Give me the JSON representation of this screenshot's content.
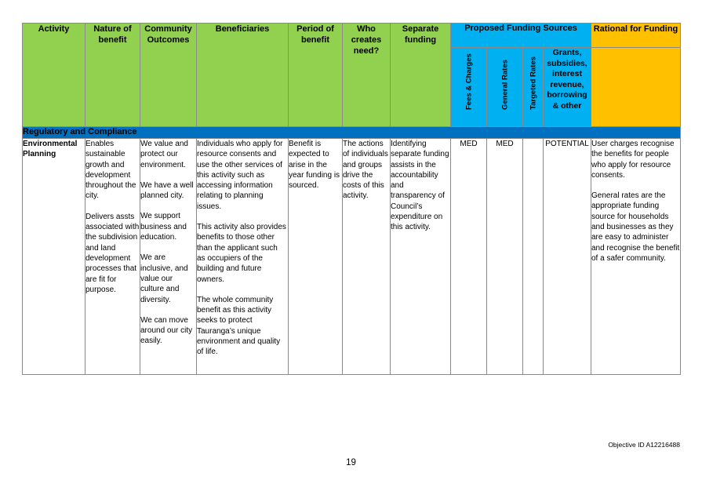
{
  "headers": {
    "activity": "Activity",
    "nature": "Nature of benefit",
    "outcomes": "Community Outcomes",
    "beneficiaries": "Beneficiaries",
    "period": "Period of benefit",
    "who": "Who creates need?",
    "separate": "Separate funding",
    "proposed": "Proposed Funding Sources",
    "rational": "Rational for Funding",
    "fees": "Fees & Charges",
    "general": "General Rates",
    "targeted": "Targeted Rates",
    "grants": "Grants, subsidies, interest revenue, borrowing & other"
  },
  "section": "Regulatory and Compliance",
  "row": {
    "activity": "Environmental Planning",
    "nature": [
      "Enables sustainable growth and development throughout the city.",
      "Delivers assts associated with the subdivision and land development processes that are fit for purpose."
    ],
    "outcomes": [
      "We value and protect our environment.",
      "We have a well planned city.",
      "We support business and education.",
      "We are inclusive, and value our culture and diversity.",
      "We can move around our city easily."
    ],
    "beneficiaries": [
      "Individuals who apply for resource consents and use the other services of this activity such as accessing information relating to planning issues.",
      "This activity also provides benefits to those other than the applicant such as occupiers of the building and future owners.",
      "The whole community benefit as this activity seeks to protect Tauranga’s unique environment and quality of life."
    ],
    "period": "Benefit is expected to arise in the year funding is sourced.",
    "who": "The actions of individuals and groups drive the costs of this activity.",
    "separate": "Identifying separate funding assists in the accountability and transparency of Council’s expenditure on this activity.",
    "fees": "MED",
    "general": "MED",
    "targeted": "",
    "grants": "POTENTIAL",
    "rational": [
      "User charges recognise the benefits for people who apply for resource consents.",
      "General rates are the appropriate funding source for households and businesses as they are easy to administer and recognise the benefit of a safer community."
    ]
  },
  "footer": {
    "objective_id": "Objective ID A12216488",
    "page_number": "19"
  }
}
